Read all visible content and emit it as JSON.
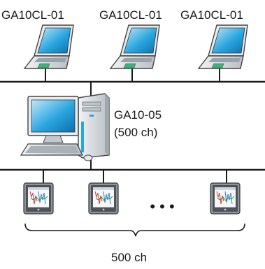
{
  "clients": [
    {
      "name": "GA10CL-01"
    },
    {
      "name": "GA10CL-01"
    },
    {
      "name": "GA10CL-01"
    }
  ],
  "server": {
    "name": "GA10-05",
    "capacity": "(500 ch)"
  },
  "recorders": {
    "ellipsis": "• • •",
    "total": "500 ch"
  },
  "icons": [
    "laptop-icon",
    "desktop-pc-icon",
    "recorder-icon"
  ],
  "colors": {
    "line": "#1a1a1a",
    "screen": "#1a9ad6",
    "bezel": "#4a4a4a",
    "body": "#d6dbe0"
  }
}
